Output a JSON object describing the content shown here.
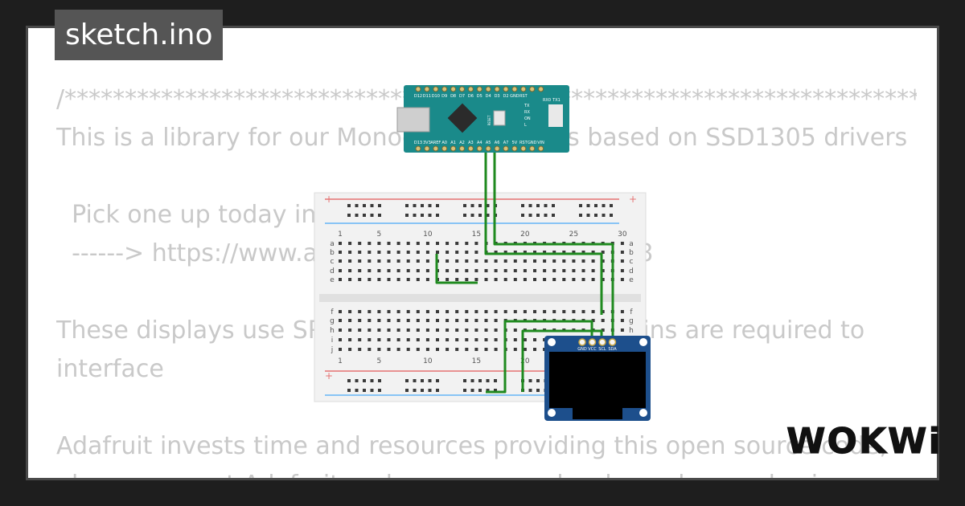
{
  "tab": {
    "title": "sketch.ino"
  },
  "code_lines": [
    "/*********************************************************************************",
    "This is a library for our Monochrome OLEDs based on SSD1305 drivers",
    "",
    "  Pick one up today in the adafruit shop!",
    "  ------> https://www.adafruit.com/category/63_98",
    "",
    "These displays use SPI to communicate, 4 or 5 pins are required to",
    "interface",
    "",
    "Adafruit invests time and resources providing this open source code,",
    "please support Adafruit and open-source hardware by purchasing"
  ],
  "arduino": {
    "top_pin_labels": [
      "D12",
      "D11",
      "D10",
      "D9",
      "D8",
      "D7",
      "D6",
      "D5",
      "D4",
      "D3",
      "D2",
      "GND",
      "RST",
      "RX0",
      "TX1"
    ],
    "bottom_pin_labels": [
      "D13",
      "3V3",
      "AREF",
      "A0",
      "A1",
      "A2",
      "A3",
      "A4",
      "A5",
      "A6",
      "A7",
      "5V",
      "RST",
      "GND",
      "VIN"
    ],
    "side_labels": [
      "TX",
      "RX",
      "ON",
      "L"
    ],
    "chip_label": "RESET"
  },
  "breadboard": {
    "column_numbers": [
      "1",
      "5",
      "10",
      "15",
      "20",
      "25",
      "30"
    ],
    "rows_top": [
      "a",
      "b",
      "c",
      "d",
      "e"
    ],
    "rows_bottom": [
      "f",
      "g",
      "h",
      "i",
      "j"
    ],
    "rail_plus": "+"
  },
  "oled": {
    "pin_labels": [
      "GND",
      "VCC",
      "SCL",
      "SDA"
    ]
  },
  "colors": {
    "wire": "#1f8a1f",
    "board": "#1a8a8a",
    "oled_pcb": "#1d4f8c",
    "breadboard": "#f2f2f2"
  },
  "logo": {
    "text": "WOKWi"
  }
}
